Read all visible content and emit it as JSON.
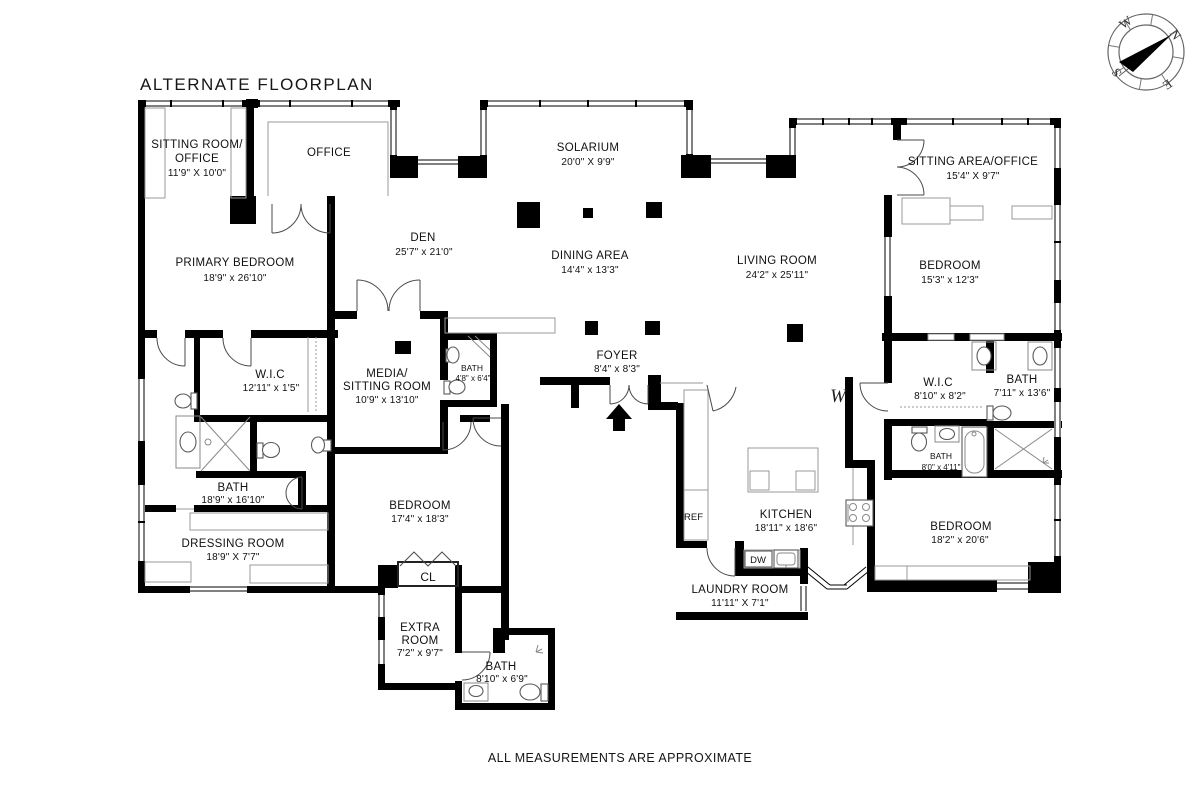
{
  "title": "ALTERNATE FLOORPLAN",
  "footer": "ALL MEASUREMENTS ARE APPROXIMATE",
  "compass": {
    "n": "N",
    "e": "E",
    "s": "S",
    "w": "W"
  },
  "marks": {
    "ref": "REF",
    "dw": "DW",
    "washer": "W",
    "closet": "CL"
  },
  "rooms": {
    "sitting_room_office": {
      "line1": "SITTING ROOM/",
      "line2": "OFFICE",
      "dims": "11'9\" X 10'0\""
    },
    "office": {
      "name": "OFFICE"
    },
    "solarium": {
      "name": "SOLARIUM",
      "dims": "20'0\" X 9'9\""
    },
    "sitting_area_office": {
      "name": "SITTING AREA/OFFICE",
      "dims": "15'4\" X 9'7\""
    },
    "primary_bedroom": {
      "name": "PRIMARY BEDROOM",
      "dims": "18'9\" x 26'10\""
    },
    "den": {
      "name": "DEN",
      "dims": "25'7\" x 21'0\""
    },
    "dining_area": {
      "name": "DINING AREA",
      "dims": "14'4\" x 13'3\""
    },
    "living_room": {
      "name": "LIVING ROOM",
      "dims": "24'2\" x 25'11\""
    },
    "bedroom_2": {
      "name": "BEDROOM",
      "dims": "15'3\" x 12'3\""
    },
    "wic_primary": {
      "name": "W.I.C",
      "dims": "12'11\" x 1'5\""
    },
    "media_sitting_room": {
      "line1": "MEDIA/",
      "line2": "SITTING ROOM",
      "dims": "10'9\" x 13'10\""
    },
    "bath_media": {
      "name": "BATH",
      "dims": "4'8\" x 6'4\""
    },
    "foyer": {
      "name": "FOYER",
      "dims": "8'4\" x 8'3\""
    },
    "wic_2": {
      "name": "W.I.C",
      "dims": "8'10\" x 8'2\""
    },
    "bath_2": {
      "name": "BATH",
      "dims": "7'11\" x 13'6\""
    },
    "bath_primary": {
      "name": "BATH",
      "dims": "18'9\" x 16'10\""
    },
    "dressing_room": {
      "name": "DRESSING ROOM",
      "dims": "18'9\" X 7'7\""
    },
    "bedroom_3": {
      "name": "BEDROOM",
      "dims": "17'4\" x 18'3\""
    },
    "bath_3": {
      "name": "BATH",
      "dims": "8'0\" x 4'11\""
    },
    "kitchen": {
      "name": "KITCHEN",
      "dims": "18'11\" x 18'6\""
    },
    "bedroom_4": {
      "name": "BEDROOM",
      "dims": "18'2\" x 20'6\""
    },
    "extra_room": {
      "line1": "EXTRA",
      "line2": "ROOM",
      "dims": "7'2\" x 9'7\""
    },
    "bath_4": {
      "name": "BATH",
      "dims": "8'10\" x 6'9\""
    },
    "laundry_room": {
      "name": "LAUNDRY ROOM",
      "dims": "11'11\" X 7'1\""
    }
  }
}
